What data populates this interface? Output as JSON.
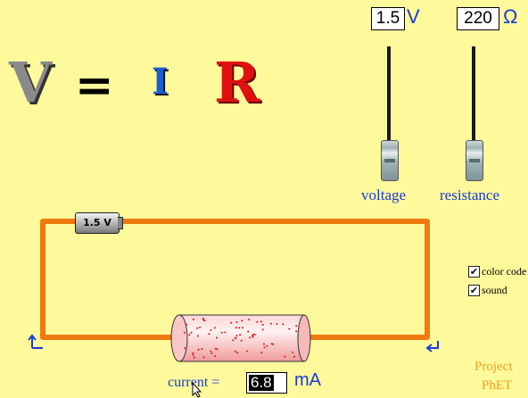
{
  "equation": {
    "v": "V",
    "equals": "=",
    "i": "I",
    "r": "R"
  },
  "voltage": {
    "value": "1.5",
    "unit": "V",
    "label": "voltage",
    "slider_level": 0.16
  },
  "resistance": {
    "value": "220",
    "unit": "Ω",
    "label": "resistance",
    "slider_level": 0.22
  },
  "battery": {
    "label": "1.5 V"
  },
  "options": {
    "color_code": {
      "label": "color code",
      "checked": true,
      "mark": "✔"
    },
    "sound": {
      "label": "sound",
      "checked": true,
      "mark": "✔"
    }
  },
  "current": {
    "label": "current =",
    "value": "6.8",
    "unit": "mA"
  },
  "branding": {
    "line1": "Project",
    "line2": "PhET"
  },
  "colors": {
    "wire": "#f07a10",
    "label_blue": "#1a3ad8",
    "background": "#fefa9c",
    "resistor": "#f4a0a0",
    "electron_dots": "#e01010"
  }
}
